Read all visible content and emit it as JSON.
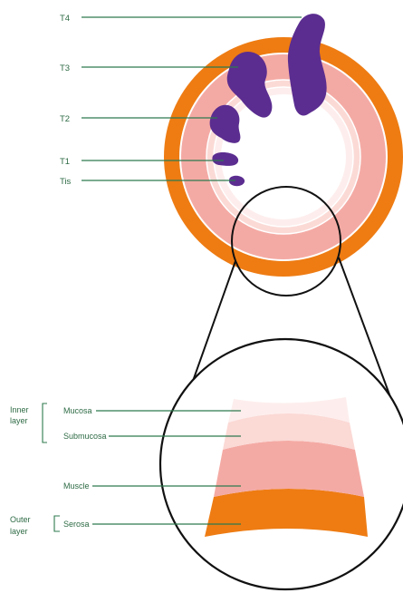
{
  "stage_labels": {
    "t4": "T4",
    "t3": "T3",
    "t2": "T2",
    "t1": "T1",
    "tis": "Tis"
  },
  "layer_labels": {
    "mucosa": "Mucosa",
    "submucosa": "Submucosa",
    "muscle": "Muscle",
    "serosa": "Serosa"
  },
  "group_labels": {
    "inner_line1": "Inner",
    "inner_line2": "layer",
    "outer_line1": "Outer",
    "outer_line2": "layer"
  },
  "colors": {
    "serosa": "#ee7c13",
    "muscle": "#f4aaa4",
    "submucosa": "#f9d3cf",
    "mucosa": "#fdeeed",
    "tumor": "#5b2d90",
    "leader": "#2f7a4f",
    "outline": "#111111"
  }
}
